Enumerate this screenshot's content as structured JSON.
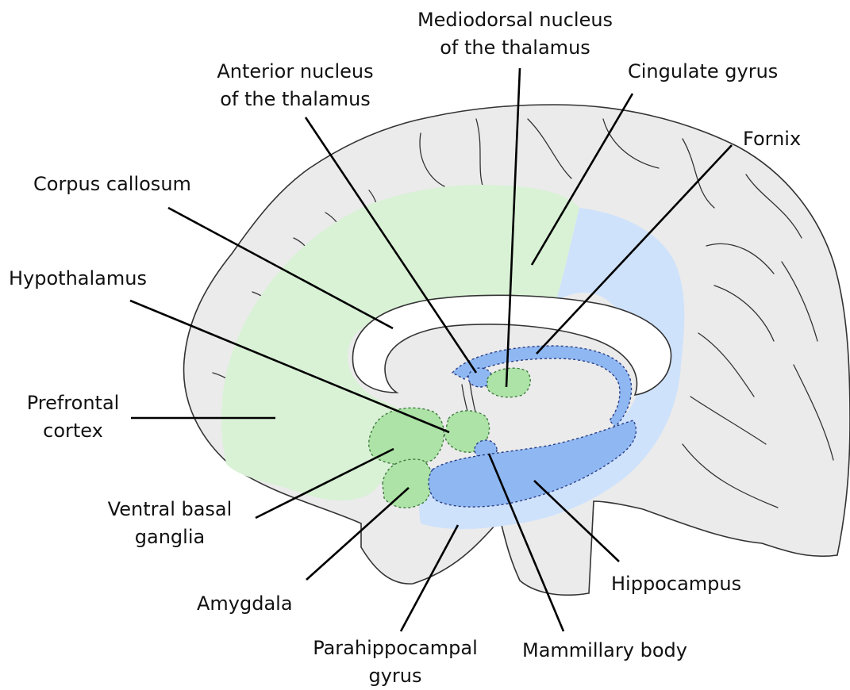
{
  "colors": {
    "brain_fill": "#ebebeb",
    "limbic_green": "#d9f2d6",
    "limbic_blue": "#cfe2fb",
    "structure_green": "#ade3a6",
    "structure_blue": "#8fb8f2",
    "outline": "#333333",
    "label": "#111111"
  },
  "labels": {
    "mediodorsal": "Mediodorsal nucleus\nof the thalamus",
    "anterior": "Anterior nucleus\nof the thalamus",
    "cingulate": "Cingulate gyrus",
    "fornix": "Fornix",
    "corpus_callosum": "Corpus callosum",
    "hypothalamus": "Hypothalamus",
    "prefrontal": "Prefrontal\ncortex",
    "ventral_basal": "Ventral basal\nganglia",
    "amygdala": "Amygdala",
    "parahippocampal": "Parahippocampal\ngyrus",
    "mammillary": "Mammillary body",
    "hippocampus": "Hippocampus"
  }
}
